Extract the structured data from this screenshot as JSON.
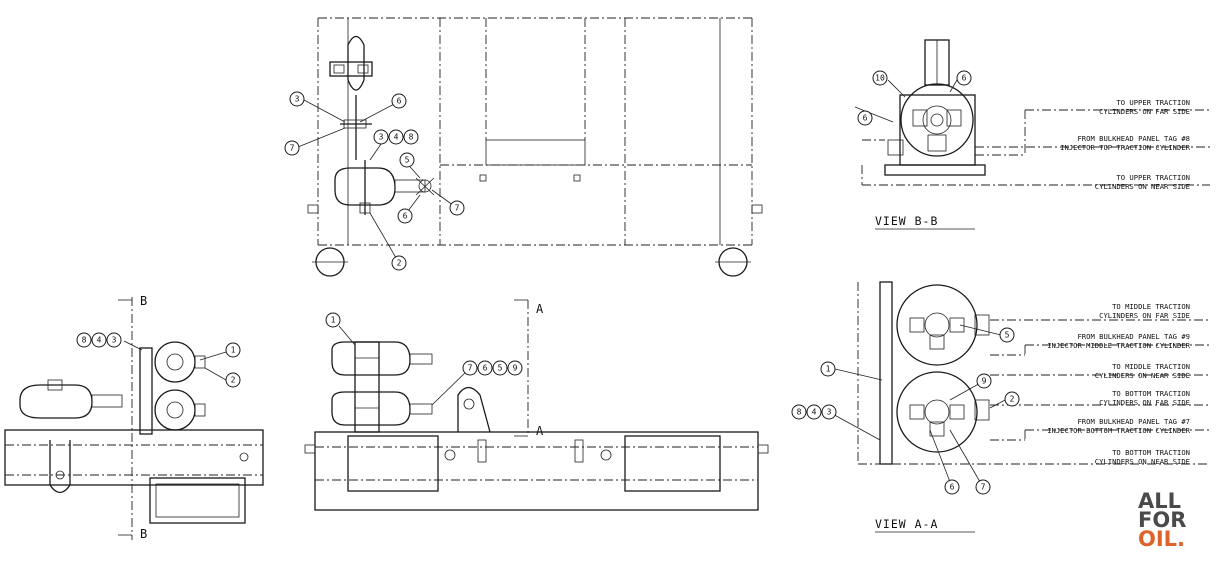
{
  "views": {
    "view_bb": "VIEW B-B",
    "view_aa": "VIEW A-A"
  },
  "section_markers": {
    "b": "B",
    "a": "A"
  },
  "callouts_top_view": [
    "3",
    "6",
    "7",
    "3",
    "4",
    "8",
    "5",
    "7",
    "6",
    "2"
  ],
  "callouts_left_view": [
    "8",
    "4",
    "3",
    "1",
    "2"
  ],
  "callouts_mid_view": [
    "1",
    "7",
    "6",
    "5",
    "9"
  ],
  "callouts_view_bb": [
    "10",
    "6",
    "6"
  ],
  "callouts_view_aa": [
    "1",
    "8",
    "4",
    "3",
    "5",
    "9",
    "2",
    "6",
    "7"
  ],
  "routing_bb": [
    {
      "line1": "TO UPPER TRACTION",
      "line2": "CYLINDERS ON FAR SIDE"
    },
    {
      "line1": "FROM BULKHEAD PANEL TAG #8",
      "line2": "INJECTOR TOP TRACTION CYLINDER"
    },
    {
      "line1": "TO UPPER TRACTION",
      "line2": "CYLINDERS ON NEAR SIDE"
    }
  ],
  "routing_aa": [
    {
      "line1": "TO MIDDLE TRACTION",
      "line2": "CYLINDERS ON FAR SIDE"
    },
    {
      "line1": "FROM BULKHEAD PANEL TAG #9",
      "line2": "INJECTOR MIDDLE TRACTION CYLINDER"
    },
    {
      "line1": "TO MIDDLE TRACTION",
      "line2": "CYLINDERS ON NEAR SIDE"
    },
    {
      "line1": "TO BOTTOM TRACTION",
      "line2": "CYLINDERS ON FAR SIDE"
    },
    {
      "line1": "FROM BULKHEAD PANEL TAG #7",
      "line2": "INJECTOR BOTTOM TRACTION CYLINDER"
    },
    {
      "line1": "TO BOTTOM TRACTION",
      "line2": "CYLINDERS ON NEAR SIDE"
    }
  ],
  "logo": {
    "line1": "ALL",
    "line2": "FOR",
    "line3": "OIL."
  },
  "colors": {
    "line": "#1a1a1a",
    "logo_grey": "#4a4a4a",
    "logo_orange": "#e0622b",
    "background": "#ffffff"
  }
}
